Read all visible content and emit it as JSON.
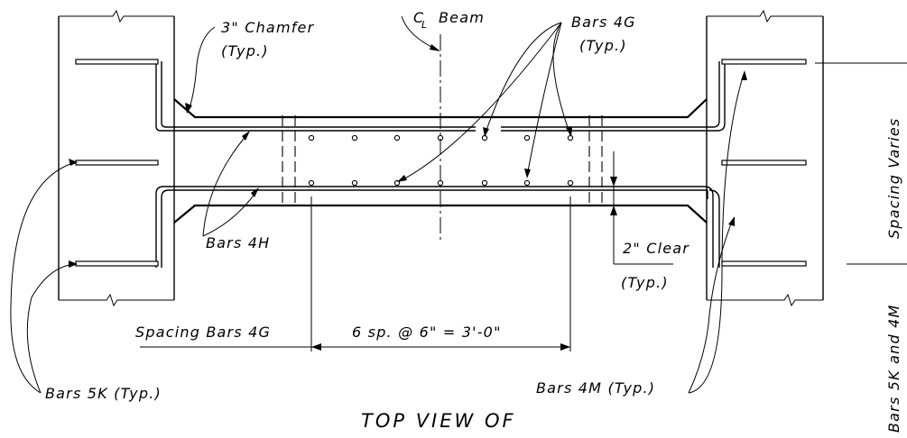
{
  "labels": {
    "chamfer_line1": "3\" Chamfer",
    "chamfer_line2": "(Typ.)",
    "cl_symbol": "C",
    "cl_symbol_sub": "L",
    "cl_text": "Beam",
    "bars4g_line1": "Bars 4G",
    "bars4g_line2": "(Typ.)",
    "bars4h": "Bars 4H",
    "clear_line1": "2\" Clear",
    "clear_line2": "(Typ.)",
    "spacing_4g": "Spacing Bars 4G",
    "spacing_dim": "6 sp. @ 6\" = 3'-0\"",
    "bars5k": "Bars 5K (Typ.)",
    "bars4m": "Bars 4M (Typ.)",
    "title": "TOP VIEW OF",
    "spacing_varies": "Spacing Varies",
    "bars5k_4m": "Bars 5K and 4M"
  }
}
